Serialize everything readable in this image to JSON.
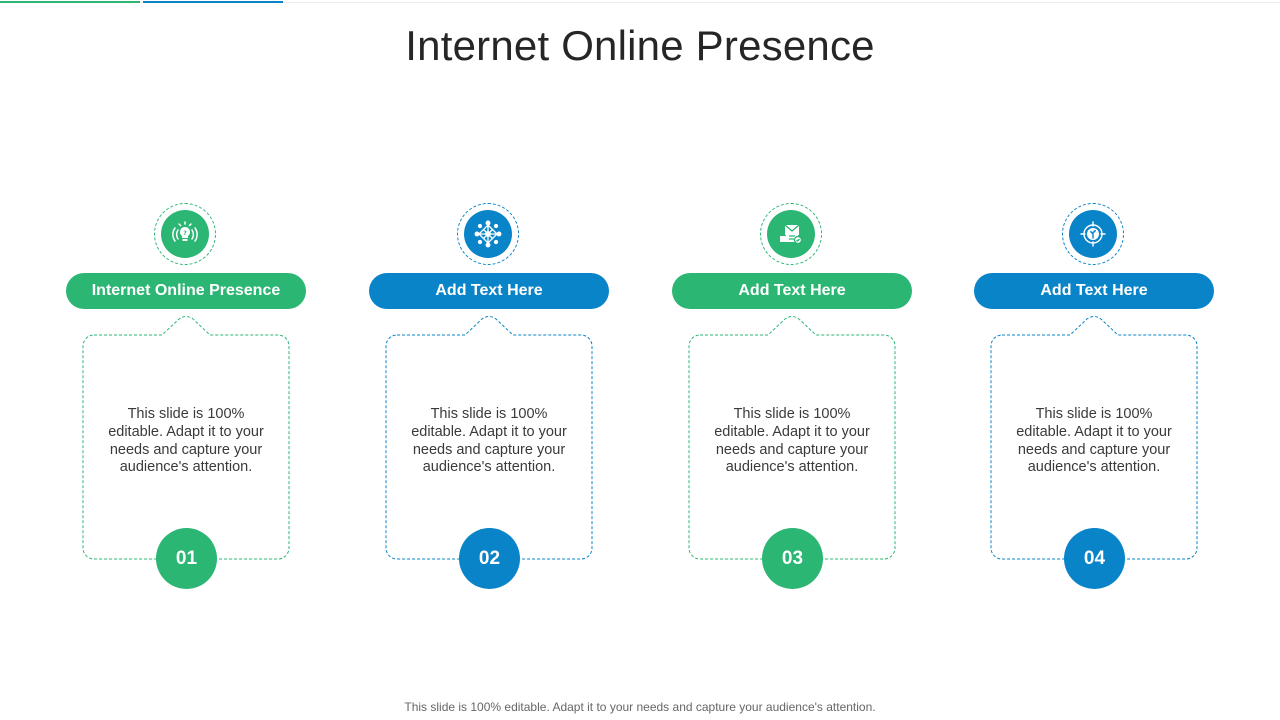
{
  "slide": {
    "title": "Internet Online Presence",
    "footer": "This slide is 100% editable. Adapt it to your needs and capture your audience's attention."
  },
  "colors": {
    "green": "#2bb673",
    "blue": "#0a84c8",
    "divider": "#ececec"
  },
  "cards": [
    {
      "heading": "Internet Online Presence",
      "number": "01",
      "text": "This slide is 100% editable. Adapt it to your needs and capture your audience's attention.",
      "color": "green",
      "icon": "idea-bulb-signal-icon"
    },
    {
      "heading": "Add Text Here",
      "number": "02",
      "text": "This slide is 100% editable. Adapt it to your needs and capture your audience's attention.",
      "color": "blue",
      "icon": "network-nodes-icon"
    },
    {
      "heading": "Add Text Here",
      "number": "03",
      "text": "This slide is 100% editable. Adapt it to your needs and capture your audience's attention.",
      "color": "green",
      "icon": "email-mailbox-icon"
    },
    {
      "heading": "Add Text Here",
      "number": "04",
      "text": "This slide is 100% editable. Adapt it to your needs and capture your audience's attention.",
      "color": "blue",
      "icon": "target-plant-icon"
    }
  ]
}
